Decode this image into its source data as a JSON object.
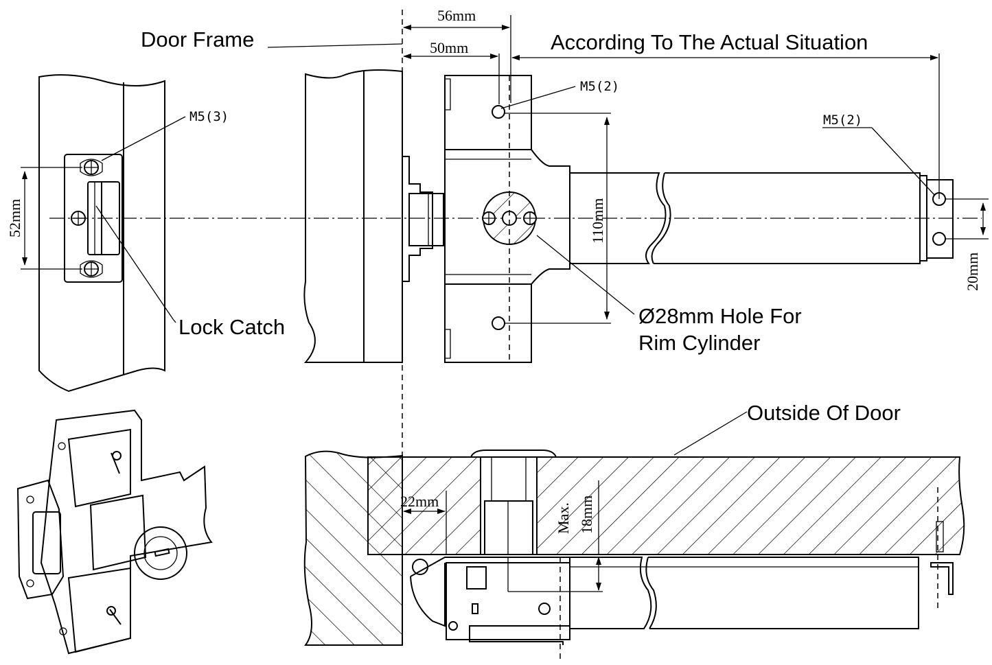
{
  "labels": {
    "door_frame": "Door Frame",
    "according": "According To The Actual Situation",
    "lock_catch": "Lock Catch",
    "hole_line1": "Ø28mm Hole For",
    "hole_line2": "Rim Cylinder",
    "outside_of_door": "Outside Of Door",
    "m5_3": "M5(3)",
    "m5_2_top": "M5(2)",
    "m5_2_right": "M5(2)"
  },
  "dimensions": {
    "d56": "56mm",
    "d50": "50mm",
    "d52": "52mm",
    "d110": "110mm",
    "d20": "20mm",
    "d22": "22mm",
    "max": "Max.",
    "d18": "18mm"
  }
}
